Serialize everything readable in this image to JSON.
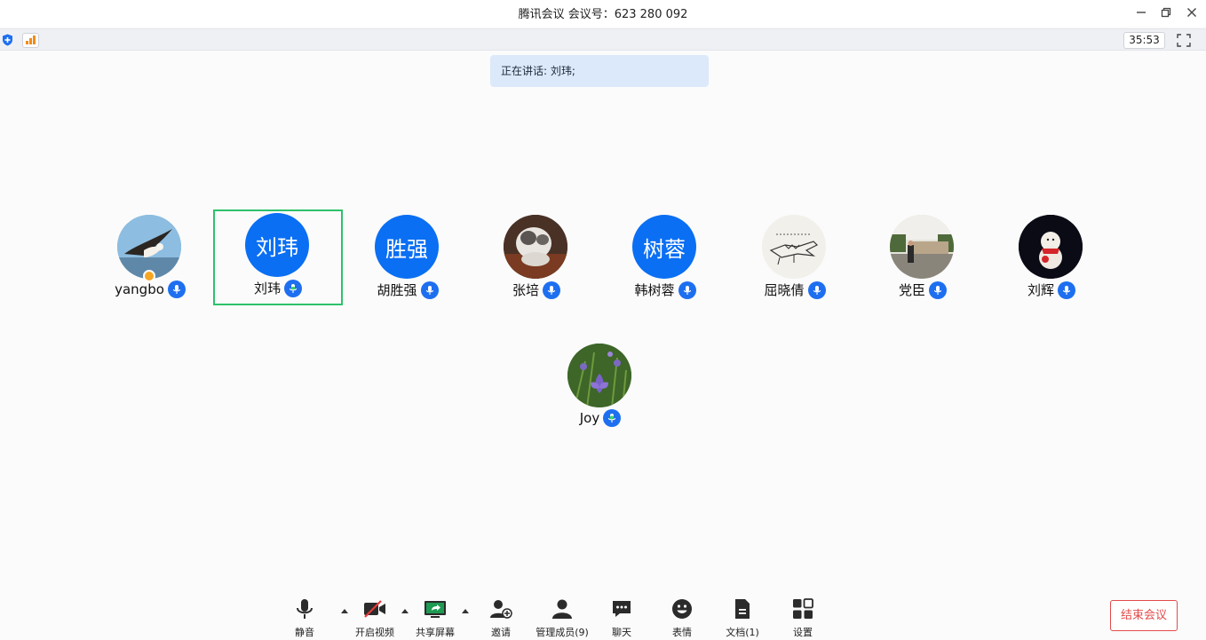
{
  "window": {
    "title": "腾讯会议 会议号：623 280 092",
    "minimize": "—",
    "restore": "❐",
    "close": "✕"
  },
  "toolstrip": {
    "timer": "35:53",
    "shield_color": "#1e6ff0",
    "signal_color": "#f08c1e"
  },
  "speaking": {
    "text": "正在讲话: 刘玮;"
  },
  "participants": [
    {
      "name": "yangbo",
      "avatar": "eagle-photo",
      "host": true
    },
    {
      "name": "刘玮",
      "avatar_text": "刘玮",
      "active": true,
      "mic_active": true
    },
    {
      "name": "胡胜强",
      "avatar_text": "胜强"
    },
    {
      "name": "张培",
      "avatar": "cat-photo"
    },
    {
      "name": "韩树蓉",
      "avatar_text": "树蓉"
    },
    {
      "name": "屈晓倩",
      "avatar": "sketch-drawing"
    },
    {
      "name": "党臣",
      "avatar": "outdoor-photo"
    },
    {
      "name": "刘辉",
      "avatar": "snowman-photo"
    },
    {
      "name": "Joy",
      "avatar": "iris-flower-photo",
      "mic_active": true
    }
  ],
  "toolbar": {
    "mute": "静音",
    "video": "开启视频",
    "share": "共享屏幕",
    "invite": "邀请",
    "members": "管理成员(9)",
    "chat": "聊天",
    "emoji": "表情",
    "docs": "文档(1)",
    "settings": "设置",
    "end": "结束会议"
  },
  "colors": {
    "accent": "#1e6ff0",
    "active_border": "#2dc26b",
    "end_red": "#e24b4b"
  }
}
